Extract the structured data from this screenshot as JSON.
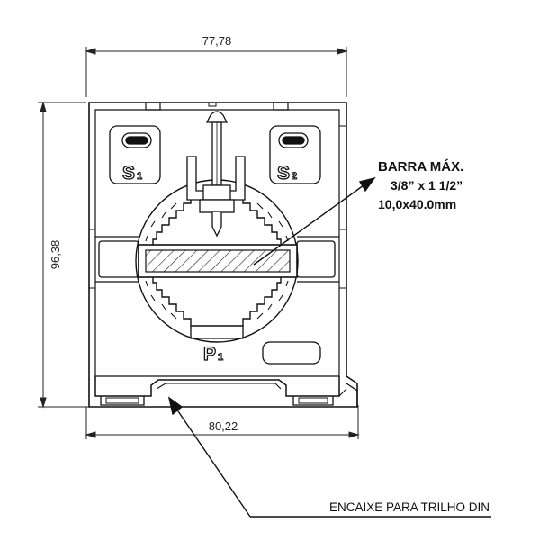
{
  "dimensions": {
    "top_width": "77,78",
    "bottom_width": "80,22",
    "height": "96,38"
  },
  "callouts": {
    "bar_title": "BARRA MÁX.",
    "bar_size_inch": "3/8” x 1 1/2”",
    "bar_size_mm": "10,0x40.0mm",
    "din_rail": "ENCAIXE PARA TRILHO DIN"
  },
  "terminals": {
    "s1": "S",
    "s1_sub": "1",
    "s2": "S",
    "s2_sub": "2",
    "p1": "P",
    "p1_sub": "1"
  }
}
